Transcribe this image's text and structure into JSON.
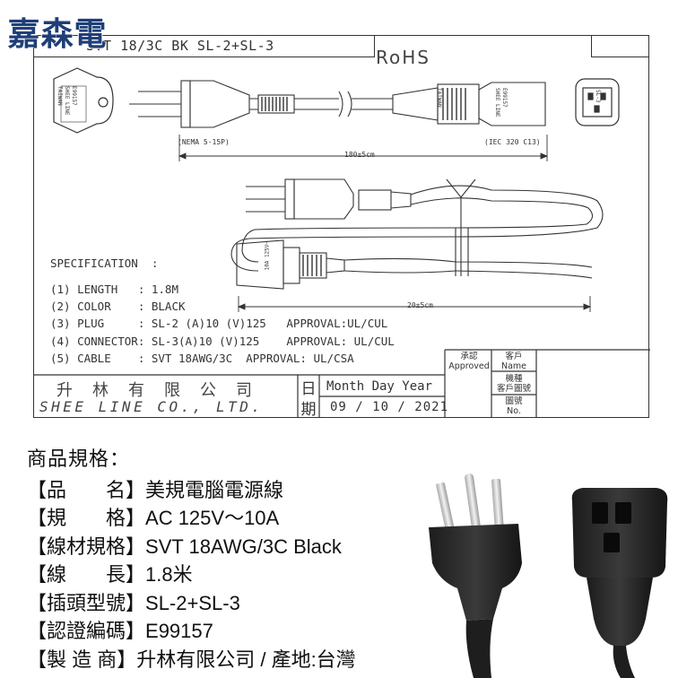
{
  "logo": {
    "text": "嘉森電"
  },
  "drawing": {
    "title": "SVT 18/3C BK  SL-2+SL-3",
    "rohs": "RoHS",
    "plug_label": "(NEMA 5-15P)",
    "connector_label": "(IEC 320 C13)",
    "length_dim": "180±5cm",
    "lower_dim": "20±5cm",
    "plug_text_lines": [
      "TAIWAN",
      "SHEE LINE",
      "E99157"
    ],
    "connector_text_lines": [
      "SHEE LINE",
      "E99157"
    ],
    "connector_taiwan": "TAIWAN",
    "connector_rating": "10A 125V~",
    "inlet_text": "SL-3",
    "specification": {
      "header": "SPECIFICATION  :",
      "rows": [
        "(1) LENGTH   : 1.8M",
        "(2) COLOR    : BLACK",
        "(3) PLUG     : SL-2 (A)10 (V)125   APPROVAL:UL/CUL",
        "(4) CONNECTOR: SL-3(A)10 (V)125    APPROVAL: UL/CUL",
        "(5) CABLE    : SVT 18AWG/3C  APPROVAL: UL/CSA"
      ]
    },
    "title_block": {
      "company_cn": "升林有限公司",
      "company_en": "SHEE LINE CO., LTD.",
      "date_char_1": "日",
      "date_char_2": "期",
      "date_header": "Month Day Year",
      "date_value": "09 / 10 / 2021",
      "approved_cn": "承認",
      "approved_en": "Approved",
      "customer_cn": "客戶",
      "customer_en": "Name",
      "model_cn": "機種",
      "customer_drawing": "客戶圖號",
      "drawing_no_cn": "圖號",
      "drawing_no_en": "No."
    }
  },
  "product_info": {
    "title": "商品規格：",
    "rows": [
      {
        "label": "【品　　名】",
        "value": "美規電腦電源線"
      },
      {
        "label": "【規　　格】",
        "value": "AC 125V～10A"
      },
      {
        "label": "【線材規格】",
        "value": "SVT 18AWG/3C Black"
      },
      {
        "label": "【線　　長】",
        "value": "1.8米"
      },
      {
        "label": "【插頭型號】",
        "value": "SL-2+SL-3"
      },
      {
        "label": "【認證編碼】",
        "value": "E99157"
      },
      {
        "label": "【製 造 商】",
        "value": "升林有限公司 / 產地:台灣"
      }
    ]
  }
}
